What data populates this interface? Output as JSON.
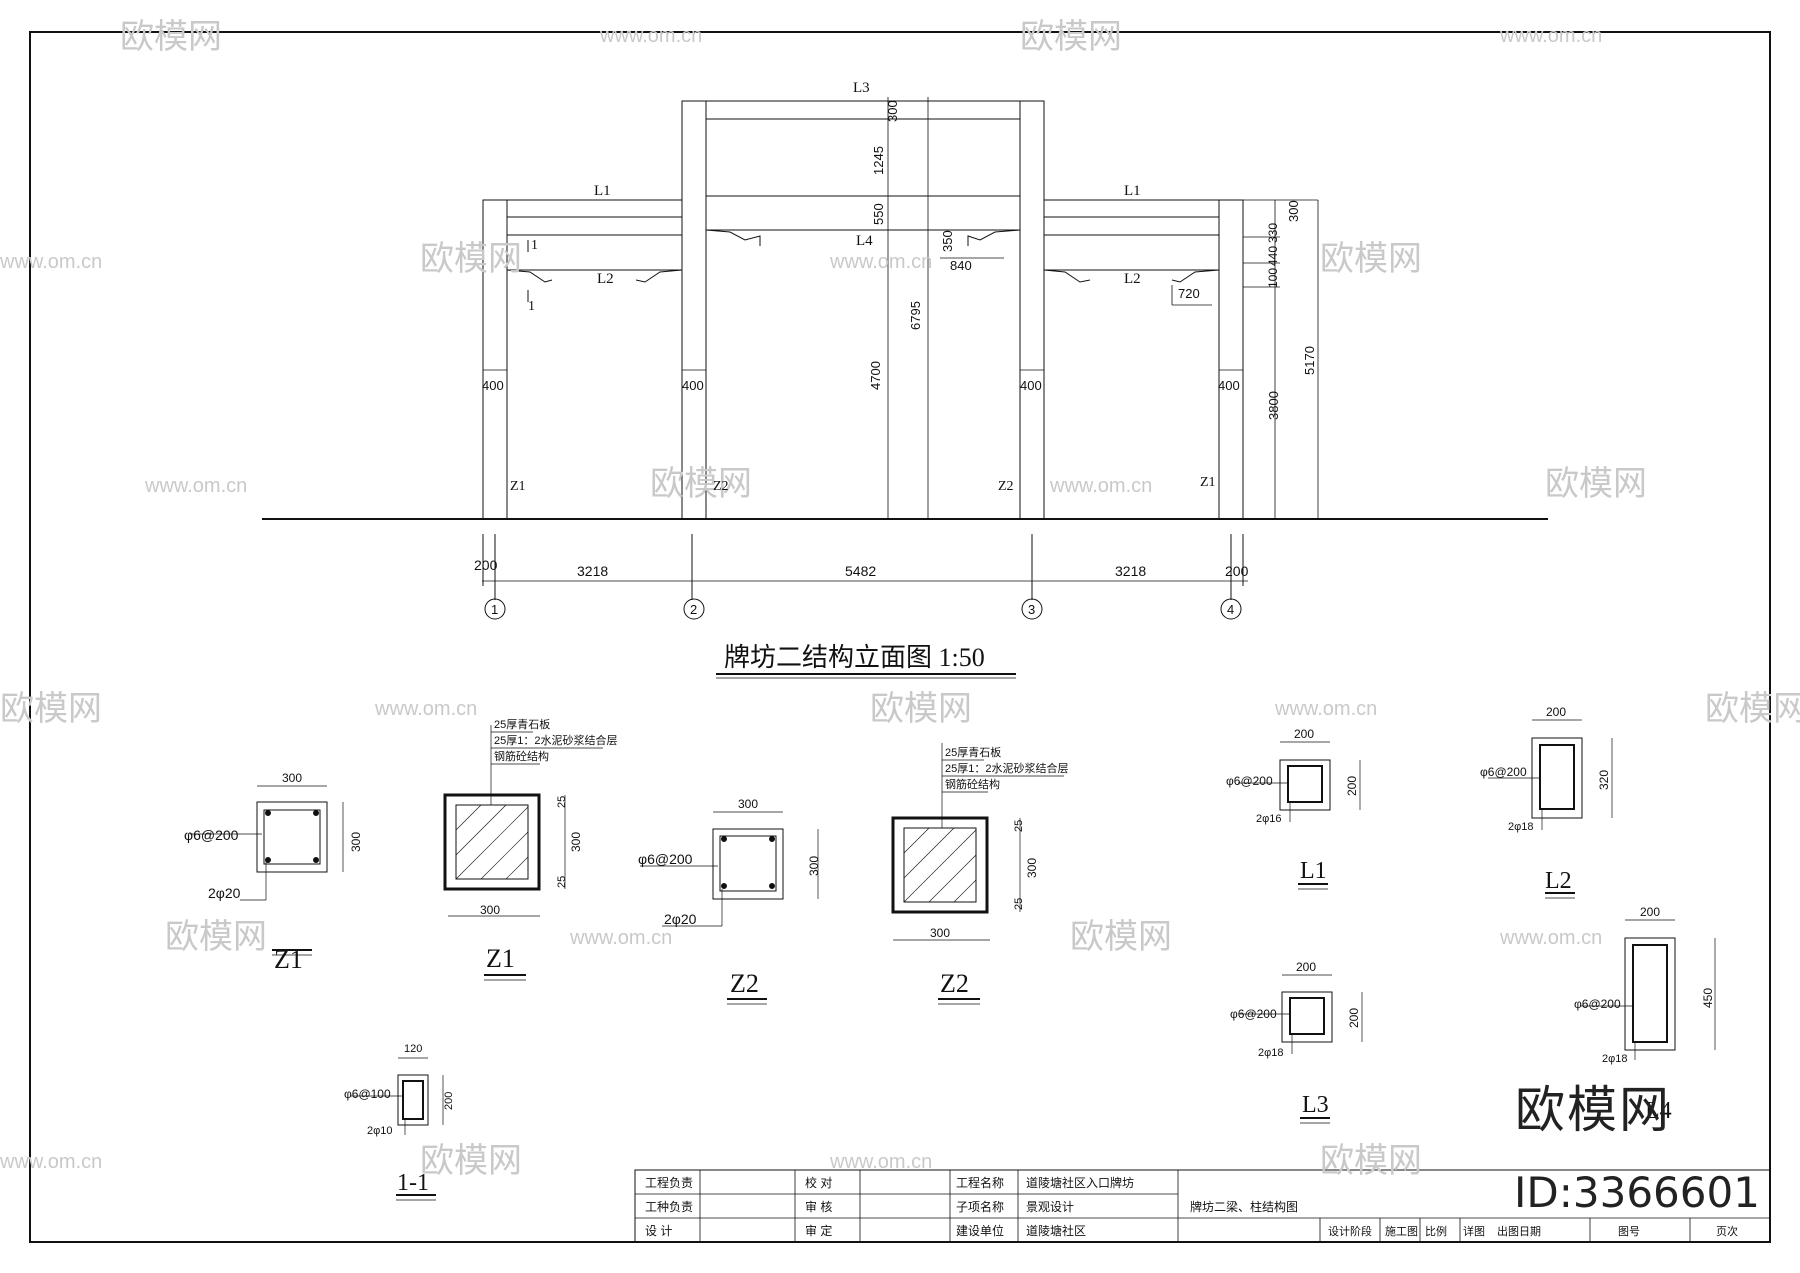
{
  "drawing": {
    "title": "牌坊二结构立面图 1:50"
  },
  "elevation": {
    "beams": {
      "l3": "L3",
      "l1_left": "L1",
      "l1_right": "L1",
      "l4": "L4",
      "l2_left": "L2",
      "l2_right": "L2"
    },
    "columns": {
      "z1_left": "Z1",
      "z2_left": "Z2",
      "z2_right": "Z2",
      "z1_right": "Z1"
    },
    "column_widths": [
      "400",
      "400",
      "400",
      "400"
    ],
    "dims": {
      "d300_top": "300",
      "d1245": "1245",
      "d550": "550",
      "d350": "350",
      "d840": "840",
      "d6795": "6795",
      "d4700": "4700",
      "d720": "720",
      "d300_r": "300",
      "d330": "330",
      "d440": "440",
      "d100": "100",
      "d5170": "5170",
      "d3800": "3800",
      "section_mark": "1"
    },
    "spacing": [
      "200",
      "3218",
      "5482",
      "3218",
      "200"
    ],
    "axes": [
      "1",
      "2",
      "3",
      "4"
    ]
  },
  "sections": {
    "z1a": {
      "label": "Z1",
      "width": "300",
      "height": "300",
      "stirrup": "φ6@200",
      "bars": "2φ20"
    },
    "z1b": {
      "label": "Z1",
      "layer1": "25厚青石板",
      "layer2": "25厚1：2水泥砂浆结合层",
      "layer3": "钢筋砼结构",
      "w": "300",
      "h": "300",
      "c1": "25",
      "c2": "25"
    },
    "z2a": {
      "label": "Z2",
      "width": "300",
      "height": "300",
      "stirrup": "φ6@200",
      "bars": "2φ20"
    },
    "z2b": {
      "label": "Z2",
      "layer1": "25厚青石板",
      "layer2": "25厚1：2水泥砂浆结合层",
      "layer3": "钢筋砼结构",
      "w": "300",
      "h": "300",
      "c1": "25",
      "c2": "25"
    },
    "l1": {
      "label": "L1",
      "width": "200",
      "height": "200",
      "stirrup": "φ6@200",
      "bars": "2φ16"
    },
    "l2": {
      "label": "L2",
      "width": "200",
      "height": "320",
      "stirrup": "φ6@200",
      "bars": "2φ18"
    },
    "l3": {
      "label": "L3",
      "width": "200",
      "height": "200",
      "stirrup": "φ6@200",
      "bars": "2φ18"
    },
    "l4": {
      "label": "L4",
      "width": "200",
      "height": "450",
      "stirrup": "φ6@200",
      "bars": "2φ18"
    },
    "s11": {
      "label": "1-1",
      "width": "120",
      "height": "200",
      "stirrup": "φ6@100",
      "bars": "2φ10"
    }
  },
  "titleblock": {
    "r1": [
      "工程负责",
      "校  对",
      "工程名称",
      "道陵塘社区入口牌坊"
    ],
    "r2": [
      "工种负责",
      "审  核",
      "子项名称",
      "景观设计"
    ],
    "r3": [
      "设  计",
      "审  定",
      "建设单位",
      "道陵塘社区"
    ],
    "sheet_title": "牌坊二梁、柱结构图",
    "bottom": [
      "设计阶段",
      "施工图",
      "比例",
      "详图",
      "出图日期",
      "图号",
      "页次"
    ]
  },
  "watermark": {
    "brand": "欧模网",
    "url": "www.om.cn",
    "id": "ID:3366601"
  }
}
